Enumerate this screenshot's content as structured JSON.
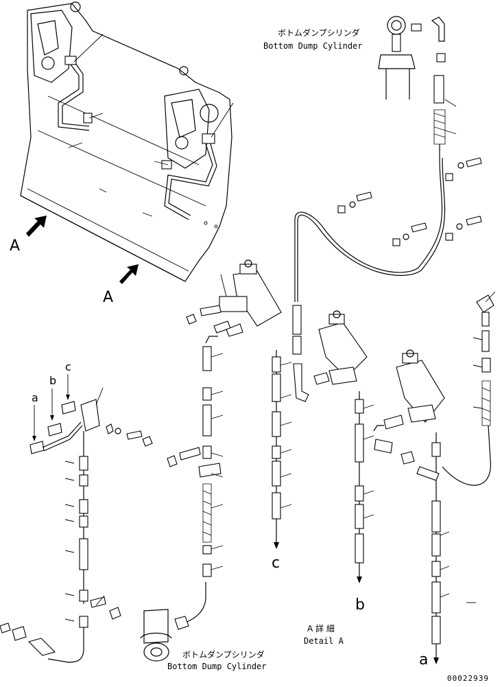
{
  "labels": {
    "cylinder_top_jp": "ボトムダンプシリンダ",
    "cylinder_top_en": "Bottom Dump Cylinder",
    "cylinder_bottom_jp": "ボトムダンプシリンダ",
    "cylinder_bottom_en": "Bottom Dump Cylinder",
    "detail_jp": "A 詳 細",
    "detail_en": "Detail A",
    "view_a_left": "A",
    "view_a_bottom": "A",
    "ref_a_top": "a",
    "ref_b_top": "b",
    "ref_c_top": "c",
    "ref_c_end": "c",
    "ref_b_end": "b",
    "ref_a_end": "a",
    "drawing_number": "00022939"
  },
  "icons": {
    "view_arrow": "filled-arrow-icon",
    "flow_arrow": "down-arrow-icon"
  },
  "colors": {
    "line": "#000000",
    "background": "#ffffff"
  }
}
